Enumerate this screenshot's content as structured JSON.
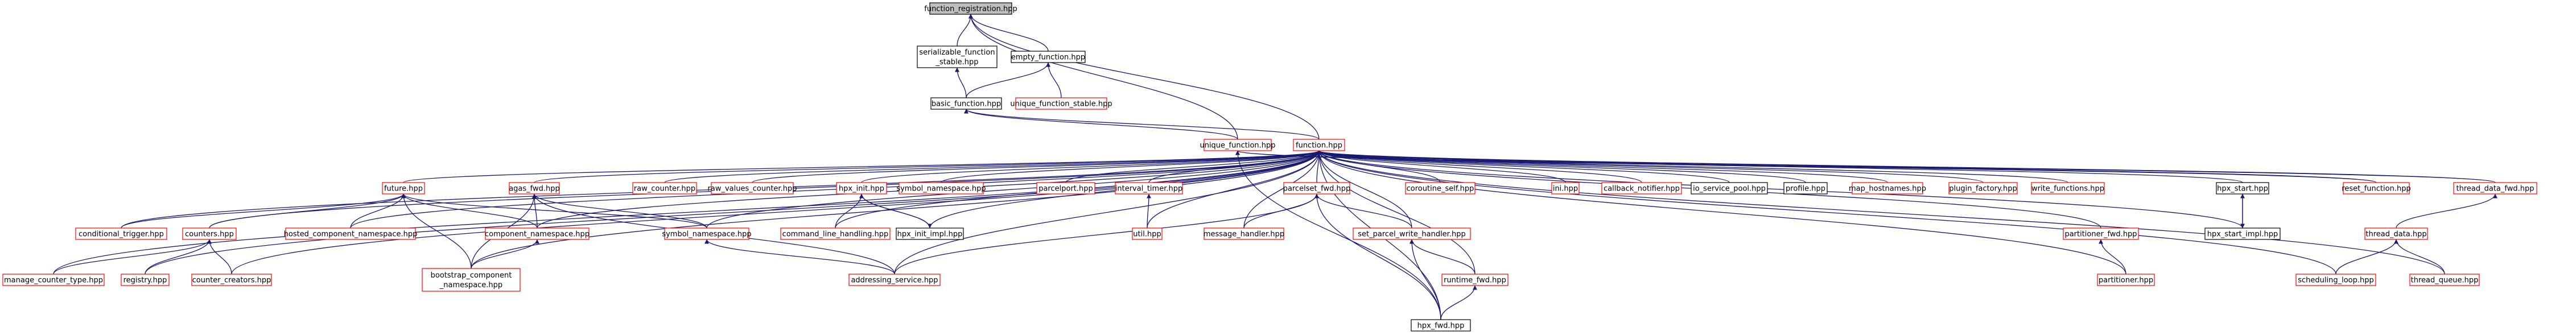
{
  "colors": {
    "edge": "#191970",
    "root_fill": "#bfbfbf",
    "doc_stroke": "#000000",
    "undoc_stroke": "#ff0000",
    "text": "#000000"
  },
  "graph": {
    "nodes": [
      {
        "id": "function_registration",
        "label": "function_registration.hpp",
        "kind": "root"
      },
      {
        "id": "serializable_function",
        "lines": [
          "serializable_function",
          "_stable.hpp"
        ],
        "kind": "doc"
      },
      {
        "id": "empty_function",
        "label": "empty_function.hpp",
        "kind": "doc"
      },
      {
        "id": "basic_function",
        "label": "basic_function.hpp",
        "kind": "doc"
      },
      {
        "id": "unique_function_nonser",
        "label": "unique_function_stable.hpp",
        "kind": "undoc"
      },
      {
        "id": "unique_function",
        "label": "unique_function.hpp",
        "kind": "undoc"
      },
      {
        "id": "function",
        "label": "function.hpp",
        "kind": "undoc"
      },
      {
        "id": "future",
        "label": "future.hpp",
        "kind": "undoc"
      },
      {
        "id": "agas_fwd",
        "label": "agas_fwd.hpp",
        "kind": "undoc"
      },
      {
        "id": "raw_counter",
        "label": "raw_counter.hpp",
        "kind": "undoc"
      },
      {
        "id": "raw_values_counter",
        "label": "raw_values_counter.hpp",
        "kind": "undoc"
      },
      {
        "id": "hpx_init",
        "label": "hpx_init.hpp",
        "kind": "undoc"
      },
      {
        "id": "symbol_namespace_top",
        "label": "symbol_namespace.hpp",
        "kind": "undoc"
      },
      {
        "id": "parcelport",
        "label": "parcelport.hpp",
        "kind": "undoc"
      },
      {
        "id": "interval_timer",
        "label": "interval_timer.hpp",
        "kind": "undoc"
      },
      {
        "id": "parcelset_fwd",
        "label": "parcelset_fwd.hpp",
        "kind": "undoc"
      },
      {
        "id": "coroutine_self",
        "label": "coroutine_self.hpp",
        "kind": "undoc"
      },
      {
        "id": "ini",
        "label": "ini.hpp",
        "kind": "undoc"
      },
      {
        "id": "callback_notifier",
        "label": "callback_notifier.hpp",
        "kind": "undoc"
      },
      {
        "id": "io_service_pool",
        "label": "io_service_pool.hpp",
        "kind": "doc"
      },
      {
        "id": "profile",
        "label": "profile.hpp",
        "kind": "doc"
      },
      {
        "id": "map_hostnames",
        "label": "map_hostnames.hpp",
        "kind": "undoc"
      },
      {
        "id": "plugin_factory",
        "label": "plugin_factory.hpp",
        "kind": "undoc"
      },
      {
        "id": "write_functions",
        "label": "write_functions.hpp",
        "kind": "undoc"
      },
      {
        "id": "hpx_start",
        "label": "hpx_start.hpp",
        "kind": "doc"
      },
      {
        "id": "reset_function",
        "label": "reset_function.hpp",
        "kind": "undoc"
      },
      {
        "id": "thread_data_fwd",
        "label": "thread_data_fwd.hpp",
        "kind": "undoc"
      },
      {
        "id": "conditional_trigger",
        "label": "conditional_trigger.hpp",
        "kind": "undoc"
      },
      {
        "id": "counters",
        "label": "counters.hpp",
        "kind": "undoc"
      },
      {
        "id": "hosted_component_namespace",
        "label": "hosted_component_namespace.hpp",
        "kind": "undoc"
      },
      {
        "id": "component_namespace",
        "label": "component_namespace.hpp",
        "kind": "undoc"
      },
      {
        "id": "symbol_namespace_mid",
        "label": "symbol_namespace.hpp",
        "kind": "undoc"
      },
      {
        "id": "command_line_handling",
        "label": "command_line_handling.hpp",
        "kind": "undoc"
      },
      {
        "id": "hpx_init_impl",
        "label": "hpx_init_impl.hpp",
        "kind": "doc"
      },
      {
        "id": "util",
        "label": "util.hpp",
        "kind": "undoc"
      },
      {
        "id": "message_handler",
        "label": "message_handler.hpp",
        "kind": "undoc"
      },
      {
        "id": "set_parcel_write_handler",
        "label": "set_parcel_write_handler.hpp",
        "kind": "undoc"
      },
      {
        "id": "partitioner_fwd",
        "label": "partitioner_fwd.hpp",
        "kind": "undoc"
      },
      {
        "id": "hpx_start_impl",
        "label": "hpx_start_impl.hpp",
        "kind": "doc"
      },
      {
        "id": "thread_data",
        "label": "thread_data.hpp",
        "kind": "undoc"
      },
      {
        "id": "manage_counter_type",
        "label": "manage_counter_type.hpp",
        "kind": "undoc"
      },
      {
        "id": "registry",
        "label": "registry.hpp",
        "kind": "undoc"
      },
      {
        "id": "counter_creators",
        "label": "counter_creators.hpp",
        "kind": "undoc"
      },
      {
        "id": "bootstrap_component_namespace",
        "lines": [
          "bootstrap_component",
          "_namespace.hpp"
        ],
        "kind": "undoc"
      },
      {
        "id": "addressing_service",
        "label": "addressing_service.hpp",
        "kind": "undoc"
      },
      {
        "id": "runtime_fwd",
        "label": "runtime_fwd.hpp",
        "kind": "undoc"
      },
      {
        "id": "partitioner",
        "label": "partitioner.hpp",
        "kind": "undoc"
      },
      {
        "id": "scheduling_loop",
        "label": "scheduling_loop.hpp",
        "kind": "undoc"
      },
      {
        "id": "thread_queue",
        "label": "thread_queue.hpp",
        "kind": "undoc"
      },
      {
        "id": "hpx_fwd",
        "label": "hpx_fwd.hpp",
        "kind": "doc"
      }
    ],
    "edges": [
      [
        "serializable_function",
        "function_registration"
      ],
      [
        "empty_function",
        "function_registration"
      ],
      [
        "function",
        "function_registration"
      ],
      [
        "unique_function",
        "function_registration"
      ],
      [
        "basic_function",
        "serializable_function"
      ],
      [
        "basic_function",
        "empty_function"
      ],
      [
        "unique_function_nonser",
        "empty_function"
      ],
      [
        "function",
        "basic_function"
      ],
      [
        "unique_function",
        "basic_function"
      ],
      [
        "future",
        "function"
      ],
      [
        "agas_fwd",
        "function"
      ],
      [
        "raw_counter",
        "function"
      ],
      [
        "raw_values_counter",
        "function"
      ],
      [
        "hpx_init",
        "function"
      ],
      [
        "symbol_namespace_top",
        "function"
      ],
      [
        "parcelport",
        "function"
      ],
      [
        "interval_timer",
        "function"
      ],
      [
        "parcelset_fwd",
        "function"
      ],
      [
        "coroutine_self",
        "function"
      ],
      [
        "ini",
        "function"
      ],
      [
        "callback_notifier",
        "function"
      ],
      [
        "io_service_pool",
        "function"
      ],
      [
        "profile",
        "function"
      ],
      [
        "map_hostnames",
        "function"
      ],
      [
        "plugin_factory",
        "function"
      ],
      [
        "write_functions",
        "function"
      ],
      [
        "hpx_start",
        "function"
      ],
      [
        "reset_function",
        "function"
      ],
      [
        "thread_data_fwd",
        "function"
      ],
      [
        "conditional_trigger",
        "function"
      ],
      [
        "counters",
        "function"
      ],
      [
        "hosted_component_namespace",
        "function"
      ],
      [
        "component_namespace",
        "function"
      ],
      [
        "symbol_namespace_mid",
        "function"
      ],
      [
        "command_line_handling",
        "function"
      ],
      [
        "hpx_init_impl",
        "function"
      ],
      [
        "util",
        "function"
      ],
      [
        "message_handler",
        "function"
      ],
      [
        "set_parcel_write_handler",
        "function"
      ],
      [
        "partitioner_fwd",
        "function"
      ],
      [
        "hpx_start_impl",
        "function"
      ],
      [
        "manage_counter_type",
        "function"
      ],
      [
        "registry",
        "function"
      ],
      [
        "counter_creators",
        "function"
      ],
      [
        "bootstrap_component_namespace",
        "function"
      ],
      [
        "addressing_service",
        "function"
      ],
      [
        "runtime_fwd",
        "function"
      ],
      [
        "partitioner",
        "function"
      ],
      [
        "scheduling_loop",
        "function"
      ],
      [
        "thread_queue",
        "function"
      ],
      [
        "hpx_fwd",
        "function"
      ],
      [
        "reset_function",
        "unique_function"
      ],
      [
        "thread_data_fwd",
        "unique_function"
      ],
      [
        "hpx_fwd",
        "unique_function"
      ],
      [
        "conditional_trigger",
        "future"
      ],
      [
        "counters",
        "future"
      ],
      [
        "hosted_component_namespace",
        "future"
      ],
      [
        "component_namespace",
        "future"
      ],
      [
        "symbol_namespace_mid",
        "future"
      ],
      [
        "bootstrap_component_namespace",
        "future"
      ],
      [
        "component_namespace",
        "agas_fwd"
      ],
      [
        "symbol_namespace_mid",
        "agas_fwd"
      ],
      [
        "bootstrap_component_namespace",
        "agas_fwd"
      ],
      [
        "addressing_service",
        "agas_fwd"
      ],
      [
        "command_line_handling",
        "hpx_init"
      ],
      [
        "hpx_init_impl",
        "hpx_init"
      ],
      [
        "util",
        "interval_timer"
      ],
      [
        "message_handler",
        "parcelset_fwd"
      ],
      [
        "set_parcel_write_handler",
        "parcelset_fwd"
      ],
      [
        "addressing_service",
        "parcelset_fwd"
      ],
      [
        "hpx_fwd",
        "parcelset_fwd"
      ],
      [
        "hpx_start_impl",
        "hpx_start"
      ],
      [
        "thread_data",
        "thread_data_fwd"
      ],
      [
        "manage_counter_type",
        "counters"
      ],
      [
        "registry",
        "counters"
      ],
      [
        "counter_creators",
        "counters"
      ],
      [
        "bootstrap_component_namespace",
        "component_namespace"
      ],
      [
        "addressing_service",
        "symbol_namespace_mid"
      ],
      [
        "hpx_init",
        "hpx_init_impl"
      ],
      [
        "hpx_start",
        "hpx_start_impl"
      ],
      [
        "runtime_fwd",
        "set_parcel_write_handler"
      ],
      [
        "hpx_fwd",
        "set_parcel_write_handler"
      ],
      [
        "partitioner",
        "partitioner_fwd"
      ],
      [
        "scheduling_loop",
        "thread_data"
      ],
      [
        "thread_queue",
        "thread_data"
      ],
      [
        "hpx_fwd",
        "runtime_fwd"
      ]
    ]
  }
}
